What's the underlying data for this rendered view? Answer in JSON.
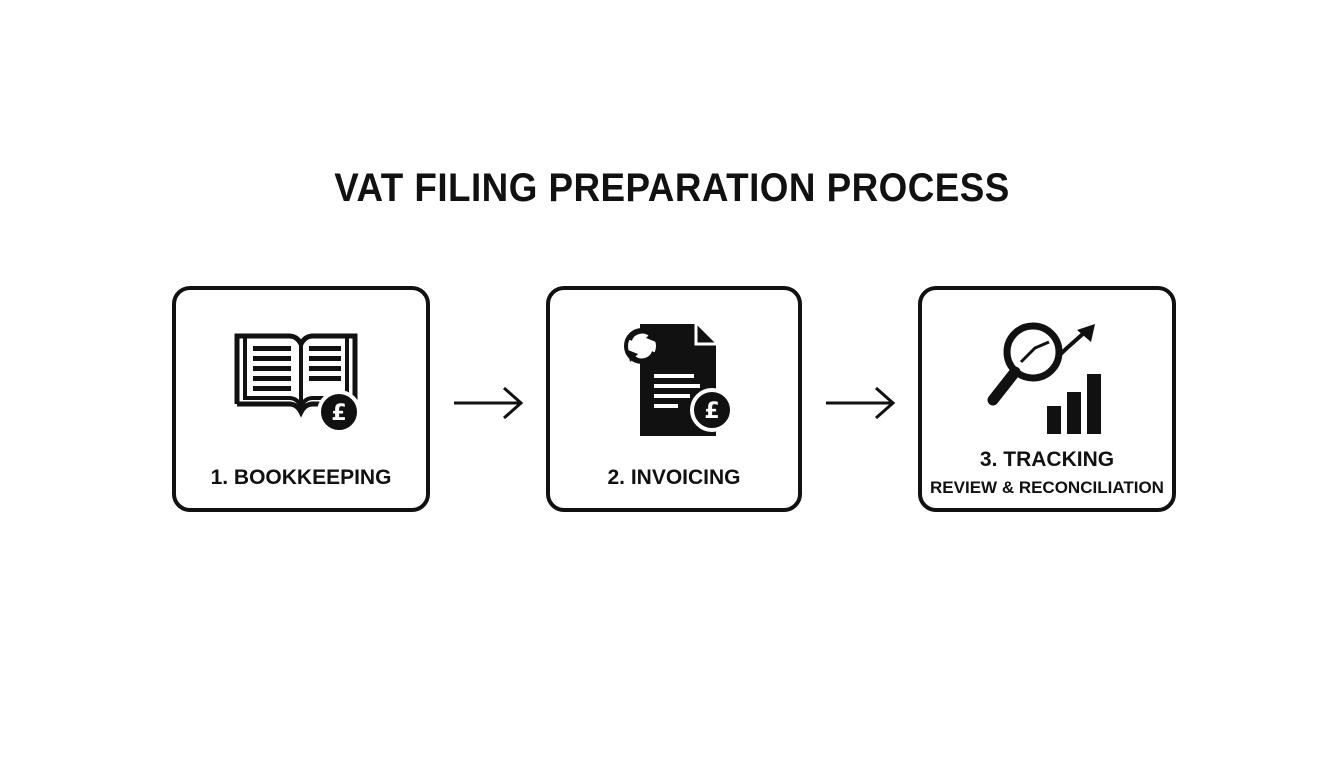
{
  "diagram": {
    "title": "VAT FILING PREPARATION PROCESS",
    "steps": [
      {
        "label": "1. BOOKKEEPING",
        "icon": "ledger-book-pound-icon"
      },
      {
        "label": "2. INVOICING",
        "icon": "invoice-document-pound-icon"
      },
      {
        "label": "3. TRACKING",
        "sublabel": "REVIEW & RECONCILIATION",
        "icon": "magnifier-growth-chart-icon"
      }
    ],
    "connectors": [
      "arrow-right-icon",
      "arrow-right-icon"
    ],
    "colors": {
      "stroke": "#111111",
      "background": "#ffffff"
    }
  }
}
